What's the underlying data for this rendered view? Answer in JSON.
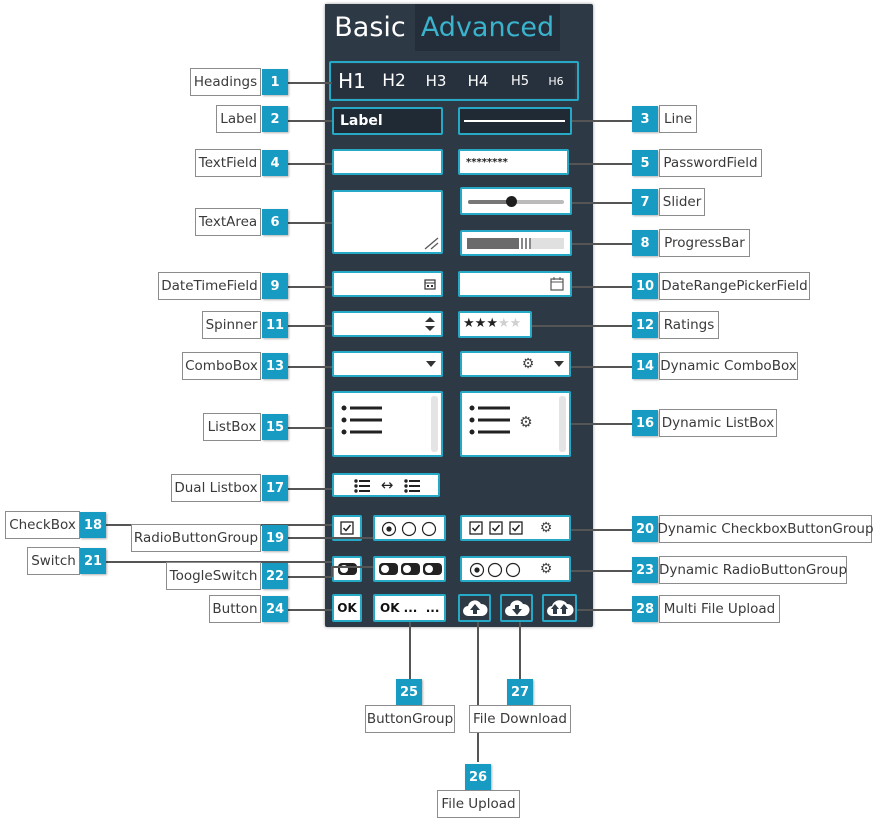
{
  "tabs": {
    "basic": "Basic",
    "advanced": "Advanced"
  },
  "headings": [
    "H1",
    "H2",
    "H3",
    "H4",
    "H5",
    "H6"
  ],
  "controls": {
    "label_text": "Label",
    "password_mask": "********",
    "button_ok": "OK",
    "buttongroup_text": "OK ...  ..."
  },
  "callouts": [
    {
      "n": "1",
      "label": "Headings"
    },
    {
      "n": "2",
      "label": "Label"
    },
    {
      "n": "3",
      "label": "Line"
    },
    {
      "n": "4",
      "label": "TextField"
    },
    {
      "n": "5",
      "label": "PasswordField"
    },
    {
      "n": "6",
      "label": "TextArea"
    },
    {
      "n": "7",
      "label": "Slider"
    },
    {
      "n": "8",
      "label": "ProgressBar"
    },
    {
      "n": "9",
      "label": "DateTimeField"
    },
    {
      "n": "10",
      "label": "DateRangePickerField"
    },
    {
      "n": "11",
      "label": "Spinner"
    },
    {
      "n": "12",
      "label": "Ratings"
    },
    {
      "n": "13",
      "label": "ComboBox"
    },
    {
      "n": "14",
      "label": "Dynamic ComboBox"
    },
    {
      "n": "15",
      "label": "ListBox"
    },
    {
      "n": "16",
      "label": "Dynamic ListBox"
    },
    {
      "n": "17",
      "label": "Dual Listbox"
    },
    {
      "n": "18",
      "label": "CheckBox"
    },
    {
      "n": "19",
      "label": "RadioButtonGroup"
    },
    {
      "n": "20",
      "label": "Dynamic CheckboxButtonGroup"
    },
    {
      "n": "21",
      "label": "Switch"
    },
    {
      "n": "22",
      "label": "ToogleSwitch"
    },
    {
      "n": "23",
      "label": "Dynamic RadioButtonGroup"
    },
    {
      "n": "24",
      "label": "Button"
    },
    {
      "n": "25",
      "label": "ButtonGroup"
    },
    {
      "n": "26",
      "label": "File Upload"
    },
    {
      "n": "27",
      "label": "File Download"
    },
    {
      "n": "28",
      "label": "Multi File Upload"
    }
  ],
  "values": {
    "slider_level": 0.45,
    "progress_level": 0.55,
    "rating_stars": 3,
    "rating_max": 5
  },
  "colors": {
    "panel": "#2e3946",
    "highlight": "#25a9c7",
    "badge": "#179bc2",
    "accent_text": "#3ab3cd"
  },
  "icons": [
    "calendar-icon",
    "spinner-arrows-icon",
    "star-icon",
    "dropdown-arrow-icon",
    "gears-icon",
    "list-icon",
    "swap-arrows-icon",
    "checkbox-icon",
    "radio-icon",
    "toggle-icon",
    "cloud-upload-icon",
    "cloud-download-icon",
    "multi-upload-icon"
  ]
}
